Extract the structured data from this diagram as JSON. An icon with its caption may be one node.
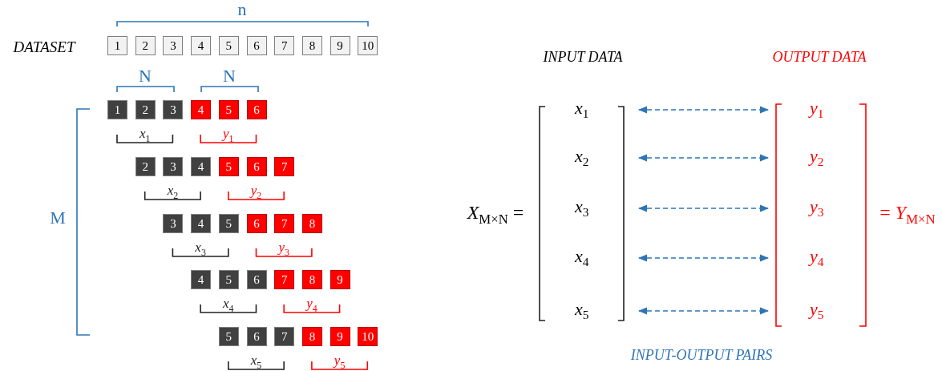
{
  "diagram": {
    "nodes": [
      {
        "text": [
          "1"
        ]
      },
      {
        "text": [
          "2"
        ]
      },
      {
        "text": [
          "3"
        ]
      },
      {
        "text": [
          "4"
        ]
      },
      {
        "text": [
          "5"
        ]
      },
      {
        "text": [
          "6"
        ]
      },
      {
        "text": [
          "7"
        ]
      },
      {
        "text": [
          "8"
        ]
      },
      {
        "text": [
          "9"
        ]
      },
      {
        "text": [
          "10"
        ]
      },
      {
        "text": [
          "1"
        ]
      },
      {
        "text": [
          "2"
        ]
      },
      {
        "text": [
          "3"
        ]
      },
      {
        "text": [
          "4"
        ]
      },
      {
        "text": [
          "5"
        ]
      },
      {
        "text": [
          "6"
        ]
      },
      {
        "text": [
          "2"
        ]
      },
      {
        "text": [
          "3"
        ]
      },
      {
        "text": [
          "4"
        ]
      },
      {
        "text": [
          "5"
        ]
      },
      {
        "text": [
          "6"
        ]
      },
      {
        "text": [
          "7"
        ]
      },
      {
        "text": [
          "3"
        ]
      },
      {
        "text": [
          "4"
        ]
      },
      {
        "text": [
          "5"
        ]
      },
      {
        "text": [
          "6"
        ]
      },
      {
        "text": [
          "7"
        ]
      },
      {
        "text": [
          "8"
        ]
      },
      {
        "text": [
          "4"
        ]
      },
      {
        "text": [
          "5"
        ]
      },
      {
        "text": [
          "6"
        ]
      },
      {
        "text": [
          "7"
        ]
      },
      {
        "text": [
          "8"
        ]
      },
      {
        "text": [
          "9"
        ]
      },
      {
        "text": [
          "5"
        ]
      },
      {
        "text": [
          "6"
        ]
      },
      {
        "text": [
          "7"
        ]
      },
      {
        "text": [
          "8"
        ]
      },
      {
        "text": [
          "9"
        ]
      },
      {
        "text": [
          "10"
        ]
      },
      {
        "text": [
          "*x*$_{1}$"
        ]
      },
      {
        "text": [
          "*y*$_{1}$"
        ]
      },
      {
        "text": [
          "*x*$_{2}$"
        ]
      },
      {
        "text": [
          "*y*$_{2}$"
        ]
      },
      {
        "text": [
          "*x*$_{3}$"
        ]
      },
      {
        "text": [
          "*y*$_{3}$"
        ]
      },
      {
        "text": [
          "*x*$_{4}$"
        ]
      },
      {
        "text": [
          "*y*$_{4}$"
        ]
      },
      {
        "text": [
          "*x*$_{5}$"
        ]
      },
      {
        "text": [
          "*y*$_{5}$"
        ]
      }
    ],
    "edges": [
      {
        "from": 40,
        "to": 41,
        "arrow": "both",
        "style": "dashed",
        "color": "#2e75b6"
      },
      {
        "from": 42,
        "to": 43,
        "arrow": "both",
        "style": "dashed",
        "color": "#2e75b6"
      },
      {
        "from": 44,
        "to": 45,
        "arrow": "both",
        "style": "dashed",
        "color": "#2e75b6"
      },
      {
        "from": 46,
        "to": 47,
        "arrow": "both",
        "style": "dashed",
        "color": "#2e75b6"
      },
      {
        "from": 48,
        "to": 49,
        "arrow": "both",
        "style": "dashed",
        "color": "#2e75b6"
      }
    ],
    "labels": [
      "n",
      "DATASET",
      "N",
      "N",
      "M",
      "*x*$_{1}$",
      "*y*$_{1}$",
      "*x*$_{2}$",
      "*y*$_{2}$",
      "*x*$_{3}$",
      "*y*$_{3}$",
      "*x*$_{4}$",
      "*y*$_{4}$",
      "*x*$_{5}$",
      "*y*$_{5}$",
      "INPUT DATA",
      "OUTPUT DATA",
      "*X*$_{M×N}$ =",
      "= *Y*$_{M×N}$",
      "INPUT-OUTPUT PAIRS"
    ]
  }
}
